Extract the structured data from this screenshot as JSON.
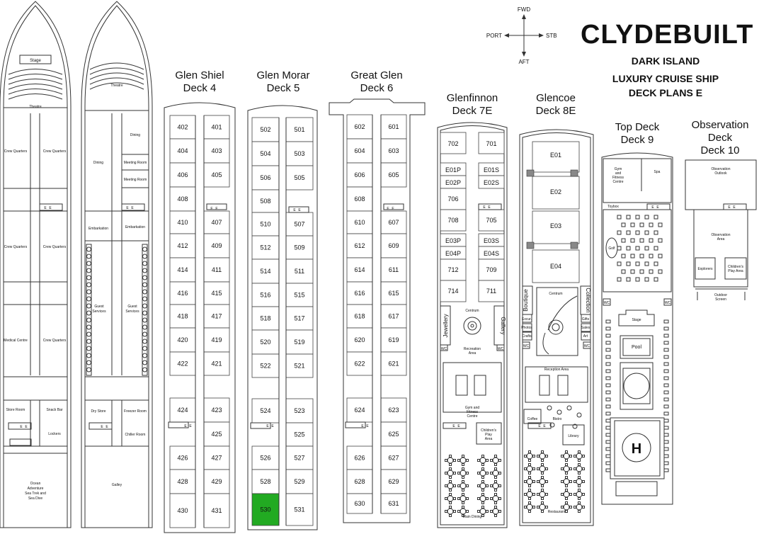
{
  "brand": {
    "name": "CLYDEBUILT",
    "line1": "DARK ISLAND",
    "line2": "LUXURY CRUISE SHIP",
    "line3": "DECK PLANS E",
    "accent": "#000000"
  },
  "compass": {
    "fwd": "FWD",
    "aft": "AFT",
    "port": "PORT",
    "stb": "STB"
  },
  "highlight_color": "#22aa22",
  "highlighted_cabin": "530",
  "decks": {
    "d4": {
      "name": "Glen Shiel",
      "deck": "Deck 4"
    },
    "d5": {
      "name": "Glen Morar",
      "deck": "Deck 5"
    },
    "d6": {
      "name": "Great Glen",
      "deck": "Deck 6"
    },
    "d7": {
      "name": "Glenfinnon",
      "deck": "Deck 7E"
    },
    "d8": {
      "name": "Glencoe",
      "deck": "Deck 8E"
    },
    "d9": {
      "name": "Top Deck",
      "deck": "Deck 9"
    },
    "d10": {
      "name": "Observation",
      "name2": "Deck",
      "deck": "Deck 10"
    }
  },
  "deck_cabins": {
    "d4": [
      "402",
      "401",
      "404",
      "403",
      "406",
      "405",
      "408",
      "410",
      "407",
      "412",
      "409",
      "414",
      "411",
      "416",
      "415",
      "418",
      "417",
      "420",
      "419",
      "422",
      "421",
      "424",
      "423",
      "425",
      "426",
      "427",
      "428",
      "429",
      "430",
      "431"
    ],
    "d5": [
      "502",
      "501",
      "504",
      "503",
      "506",
      "505",
      "508",
      "510",
      "507",
      "512",
      "509",
      "514",
      "511",
      "516",
      "515",
      "518",
      "517",
      "520",
      "519",
      "522",
      "521",
      "524",
      "523",
      "525",
      "526",
      "527",
      "528",
      "529",
      "530",
      "531"
    ],
    "d6": [
      "602",
      "601",
      "604",
      "603",
      "606",
      "605",
      "608",
      "610",
      "607",
      "612",
      "609",
      "614",
      "611",
      "616",
      "615",
      "618",
      "617",
      "620",
      "619",
      "622",
      "621",
      "624",
      "623",
      "625",
      "626",
      "627",
      "628",
      "629",
      "630",
      "631"
    ]
  },
  "labels": {
    "stage": "Stage",
    "theatre": "Theatre",
    "theatre2": "Theatre",
    "crew1": "Crew Quarters",
    "crew2": "Crew Quarters",
    "crew3": "Crew Quarters",
    "crew4": "Crew Quarters",
    "medical": "Medical Centre",
    "crew5": "Crew Quarters",
    "store": "Store Room",
    "snack": "Snack Bar",
    "lockers": "Lockers",
    "ocean": "Ocean",
    "adventure": "Adventure",
    "seatrek": "Sea Trek and",
    "seadive": "Sea Dive",
    "dining1": "Dining",
    "dining2": "Dining",
    "meeting1": "Meeting Room",
    "meeting2": "Meeting Room",
    "embark1": "Embarkation",
    "embark2": "Embarkation",
    "guest1a": "Guest",
    "guest1b": "Services",
    "guest2a": "Guest",
    "guest2b": "Services",
    "drystore": "Dry Store",
    "freezer": "Freezer Room",
    "chiller": "Chiller Room",
    "galley": "Galley",
    "e": "E",
    "c702": "702",
    "c701": "701",
    "e01p": "E01P",
    "e01s": "E01S",
    "e02p": "E02P",
    "e02s": "E02S",
    "c706": "706",
    "c708": "708",
    "c705": "705",
    "e03p": "E03P",
    "e03s": "E03S",
    "e04p": "E04P",
    "e04s": "E04S",
    "c712": "712",
    "c709": "709",
    "c714": "714",
    "c711": "711",
    "centrum7": "Centrum",
    "jewellery": "Jewellery",
    "gallery": "Gallery",
    "wc": "WC",
    "recreation": "Recreation",
    "area": "Area",
    "gym1": "Gym and",
    "gym2": "Fitness",
    "gym3": "Centre",
    "child1": "Children's",
    "child2": "Play",
    "child3": "Area",
    "maindining": "Main Dining",
    "e01": "E01",
    "e02": "E02",
    "e03": "E03",
    "e04": "E04",
    "centrum8": "Centrum",
    "boutique": "Boutique",
    "collection": "Collection",
    "excur": "Excur.",
    "photos": "Photos",
    "crafts": "Crafts",
    "gifts": "Gifts",
    "sales": "Sales",
    "art": "Art",
    "reception": "Reception Area",
    "coffee": "Coffee",
    "bistro": "Bistro",
    "library": "Library",
    "restaurant": "Restaurant",
    "gym9a": "Gym",
    "gym9b": "and",
    "gym9c": "Fitness",
    "gym9d": "Centre",
    "spa": "Spa",
    "toybox": "Toybox",
    "golf": "Golf",
    "stage9": "Stage",
    "pool": "Pool",
    "heli": "H",
    "obs1": "Observation",
    "obs2": "Outlook",
    "obsarea1": "Observation",
    "obsarea2": "Area",
    "explorers": "Explorers",
    "cpa1": "Children's",
    "cpa2": "Play Area",
    "outdoor1": "Outdoor",
    "outdoor2": "Screen"
  }
}
